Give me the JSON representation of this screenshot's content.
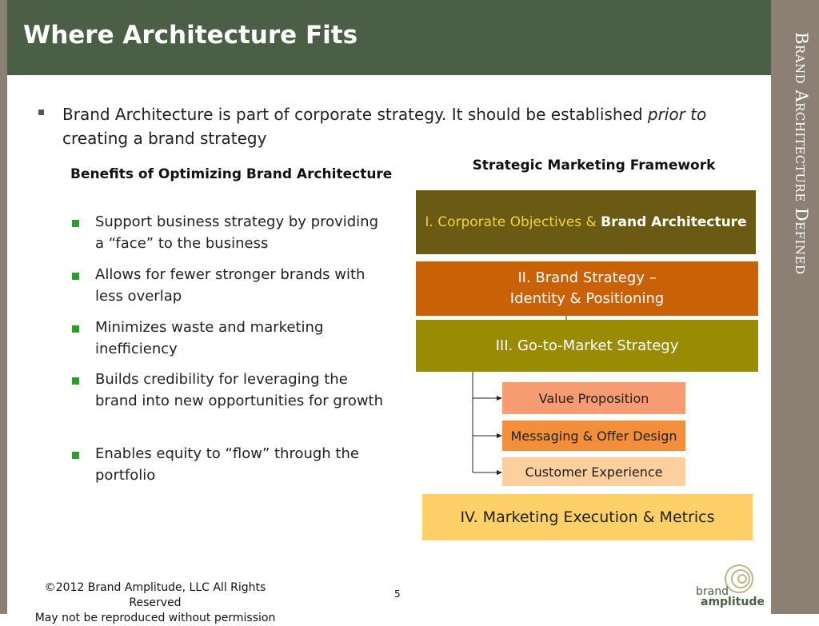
{
  "slide": {
    "title": "Where Architecture Fits",
    "side_title": "Brand Architecture Defined",
    "intro": {
      "text_before": "Brand Architecture is part of corporate strategy. It should be established ",
      "emphasis": "prior to",
      "text_after": " creating a brand strategy"
    },
    "benefits": {
      "heading": "Benefits of Optimizing Brand Architecture",
      "items": [
        "Support business strategy by providing a “face” to the business",
        "Allows for fewer stronger brands with less overlap",
        "Minimizes waste and marketing inefficiency",
        "Builds credibility for leveraging the brand into new opportunities for growth",
        "Enables equity to “flow” through the portfolio"
      ]
    },
    "framework": {
      "heading": "Strategic Marketing Framework",
      "level1": {
        "part_a": "I. Corporate Objectives ",
        "amp": "& ",
        "part_b": "Brand Architecture"
      },
      "level2": {
        "line1": "II. Brand Strategy –",
        "line2": "Identity & Positioning"
      },
      "level3": "III. Go-to-Market Strategy",
      "sub_items": [
        "Value Proposition",
        "Messaging & Offer Design",
        "Customer Experience"
      ],
      "level4": "IV. Marketing Execution & Metrics"
    },
    "footer": {
      "copyright": "©2012 Brand Amplitude, LLC All Rights Reserved",
      "notice": "May not be reproduced without permission",
      "page_number": "5",
      "logo_line1": "brand",
      "logo_line2": "amplitude"
    },
    "colors": {
      "title_bar": "#4a5f45",
      "frame": "#8c7f73",
      "level1": "#6b5a14",
      "level2": "#c96206",
      "level3": "#9a8b05",
      "level4": "#fdd167",
      "bullet": "#2e9b2e"
    }
  }
}
